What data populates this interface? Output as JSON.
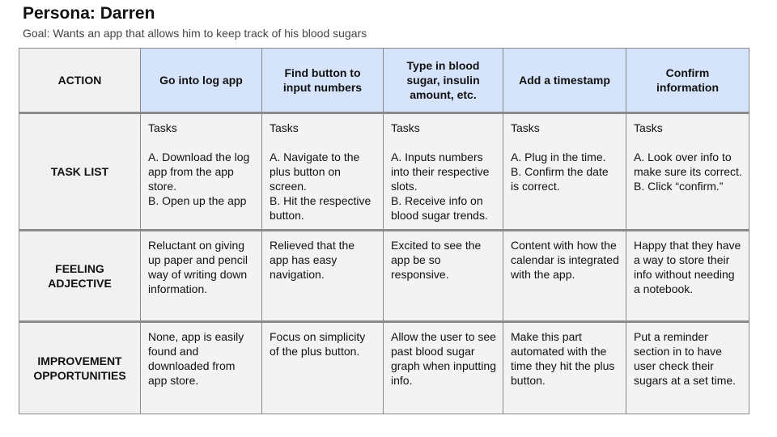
{
  "persona": {
    "title": "Persona: Darren",
    "goal": "Goal: Wants an app that allows him to keep track of his blood sugars"
  },
  "table": {
    "corner_label": "ACTION",
    "stages": [
      "Go into log app",
      "Find button to input numbers",
      "Type in blood sugar, insulin amount, etc.",
      "Add a timestamp",
      "Confirm information"
    ],
    "task_list": {
      "label": "TASK LIST",
      "cells": [
        {
          "head": "Tasks",
          "lines": [
            "A. Download the log app from the app store.",
            "B. Open up the app"
          ]
        },
        {
          "head": "Tasks",
          "lines": [
            "A. Navigate to the plus button on screen.",
            "B. Hit the respective button."
          ]
        },
        {
          "head": "Tasks",
          "lines": [
            "A. Inputs numbers into their respective slots.",
            "B. Receive info on blood sugar trends."
          ]
        },
        {
          "head": "Tasks",
          "lines": [
            "A. Plug in the time.",
            "B. Confirm the date is correct."
          ]
        },
        {
          "head": "Tasks",
          "lines": [
            "A. Look over info to make sure its correct.",
            "B. Click “confirm.”"
          ]
        }
      ]
    },
    "feeling": {
      "label": "FEELING ADJECTIVE",
      "cells": [
        "Reluctant on giving up paper and pencil way of writing down information.",
        "Relieved that the app has easy navigation.",
        "Excited to see the app be so responsive.",
        "Content with how the calendar is integrated with the app.",
        "Happy that they have a way to store their info without needing a notebook."
      ]
    },
    "improvement": {
      "label": "IMPROVEMENT OPPORTUNITIES",
      "cells": [
        "None, app is easily found and downloaded from app store.",
        "Focus on simplicity of the plus button.",
        "Allow the user to see past blood sugar graph when inputting info.",
        "Make this part automated with the time they hit the plus button.",
        "Put a reminder section in to have user check their sugars at a set time."
      ]
    }
  }
}
